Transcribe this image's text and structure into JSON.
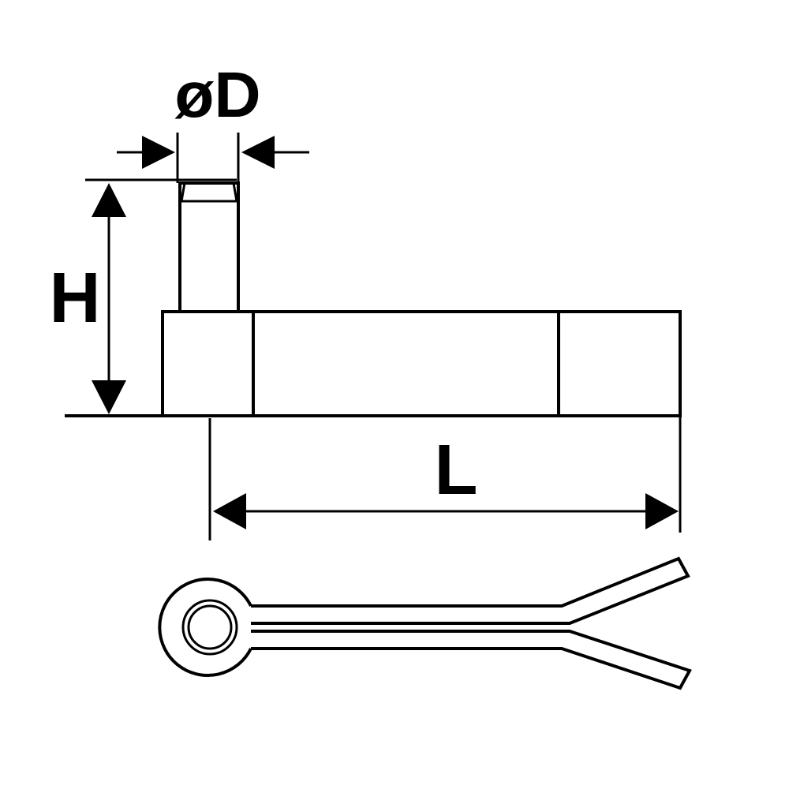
{
  "labels": {
    "diameter": "øD",
    "height": "H",
    "length": "L"
  },
  "colors": {
    "line": "#000000",
    "background": "#ffffff"
  }
}
